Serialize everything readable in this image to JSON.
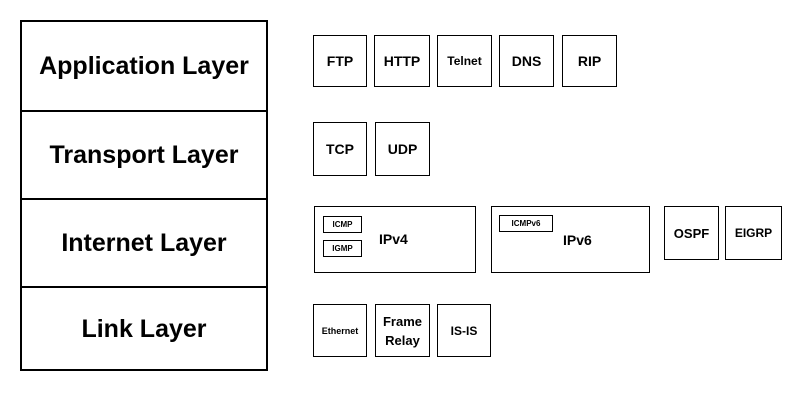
{
  "layers": {
    "application": "Application Layer",
    "transport": "Transport Layer",
    "internet": "Internet Layer",
    "link": "Link Layer"
  },
  "application_protocols": {
    "ftp": "FTP",
    "http": "HTTP",
    "telnet": "Telnet",
    "dns": "DNS",
    "rip": "RIP"
  },
  "transport_protocols": {
    "tcp": "TCP",
    "udp": "UDP"
  },
  "internet_protocols": {
    "ipv4": "IPv4",
    "icmp": "ICMP",
    "igmp": "IGMP",
    "ipv6": "IPv6",
    "icmpv6": "ICMPv6",
    "ospf": "OSPF",
    "eigrp": "EIGRP"
  },
  "link_protocols": {
    "ethernet": "Ethernet",
    "frame_relay_line1": "Frame",
    "frame_relay_line2": "Relay",
    "isis": "IS-IS"
  }
}
